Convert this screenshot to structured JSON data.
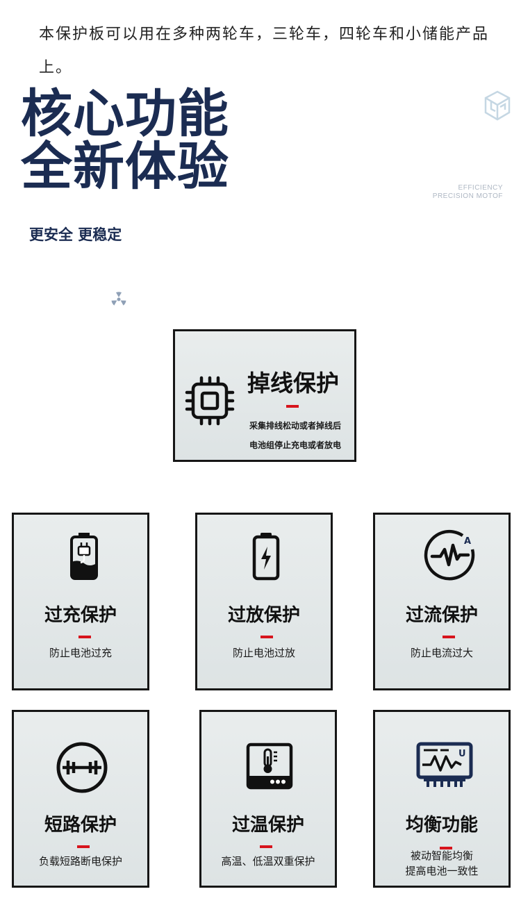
{
  "intro": "本保护板可以用在多种两轮车，三轮车，四轮车和小储能产品上。",
  "hero": {
    "line1": "核心功能",
    "line2": "全新体验"
  },
  "efficiency": {
    "line1": "EFFICIENCY",
    "line2": "PRECISION MOTOF"
  },
  "subtitle": "更安全 更稳定",
  "colors": {
    "heading": "#1b2c52",
    "accent": "#d7141c",
    "card_bg": "#e3e8e8",
    "border": "#161616"
  },
  "main_card": {
    "icon": "chip-icon",
    "title": "掉线保护",
    "desc1": "采集排线松动或者掉线后",
    "desc2": "电池组停止充电或者放电"
  },
  "cards": [
    {
      "icon": "battery-plug-icon",
      "title": "过充保护",
      "desc1": "防止电池过充",
      "desc2": ""
    },
    {
      "icon": "battery-bolt-icon",
      "title": "过放保护",
      "desc1": "防止电池过放",
      "desc2": ""
    },
    {
      "icon": "current-meter-icon",
      "title": "过流保护",
      "desc1": "防止电流过大",
      "desc2": ""
    },
    {
      "icon": "short-circuit-icon",
      "title": "短路保护",
      "desc1": "负载短路断电保护",
      "desc2": ""
    },
    {
      "icon": "thermometer-icon",
      "title": "过温保护",
      "desc1": "高温、低温双重保护",
      "desc2": ""
    },
    {
      "icon": "balance-monitor-icon",
      "title": "均衡功能",
      "desc1": "被动智能均衡",
      "desc2": "提高电池一致性"
    }
  ]
}
